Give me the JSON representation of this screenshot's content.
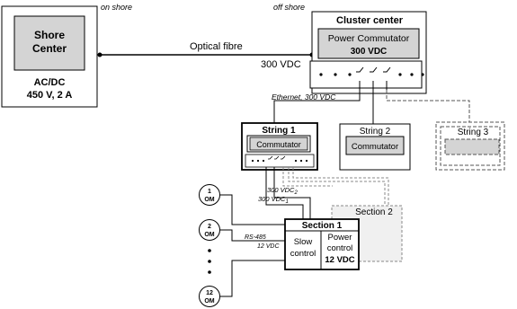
{
  "shore_center": {
    "title_line1": "Shore",
    "title_line2": "Center",
    "supply_line1": "AC/DC",
    "supply_line2": "450 V, 2 A"
  },
  "labels": {
    "on_shore": "on shore",
    "off_shore": "off shore",
    "optical_fibre": "Optical fibre",
    "vdc_300": "300 VDC",
    "ethernet": "Ethernet, 300 VDC",
    "vdc_2": "300 VDC",
    "vdc_2_sub": "2",
    "vdc_1": "300 VDC",
    "vdc_1_sub": "1",
    "rs485": "RS-485",
    "vdc_12": "12 VDC"
  },
  "cluster_center": {
    "title": "Cluster center",
    "commutator_title": "Power Commutator",
    "commutator_voltage": "300 VDC"
  },
  "strings": {
    "string1_title": "String 1",
    "string1_commutator": "Commutator",
    "string2_title": "String 2",
    "string2_commutator": "Commutator",
    "string3_title": "String 3"
  },
  "sections": {
    "section1_title": "Section 1",
    "slow_control_line1": "Slow",
    "slow_control_line2": "control",
    "power_control_line1": "Power",
    "power_control_line2": "control",
    "power_control_voltage": "12 VDC",
    "section2_title": "Section 2"
  },
  "optical_modules": {
    "om1_number": "1",
    "om1_label": "OM",
    "om2_number": "2",
    "om2_label": "OM",
    "om12_number": "12",
    "om12_label": "OM"
  }
}
